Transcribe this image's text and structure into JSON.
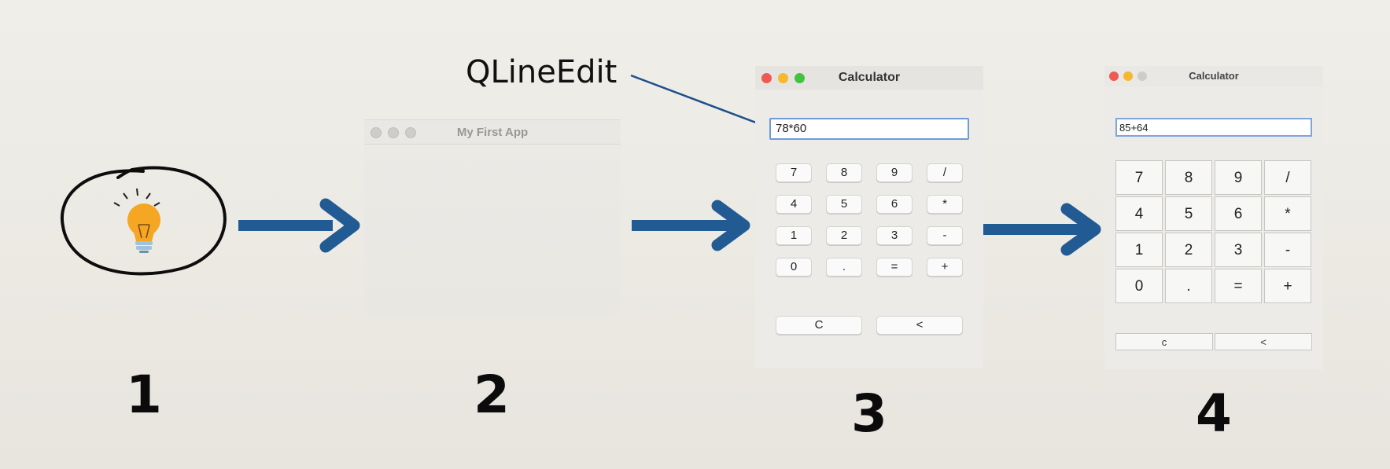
{
  "annotation": {
    "label": "QLineEdit"
  },
  "steps": {
    "one": "1",
    "two": "2",
    "three": "3",
    "four": "4"
  },
  "window2": {
    "title": "My First App"
  },
  "window3": {
    "title": "Calculator",
    "display": "78*60",
    "keys": [
      "7",
      "8",
      "9",
      "/",
      "4",
      "5",
      "6",
      "*",
      "1",
      "2",
      "3",
      "-",
      "0",
      ".",
      "=",
      "+"
    ],
    "wide_keys": [
      "C",
      "<"
    ]
  },
  "window4": {
    "title": "Calculator",
    "display": "85+64",
    "keys": [
      "7",
      "8",
      "9",
      "/",
      "4",
      "5",
      "6",
      "*",
      "1",
      "2",
      "3",
      "-",
      "0",
      ".",
      "=",
      "+"
    ],
    "wide_keys": [
      "c",
      "<"
    ]
  },
  "colors": {
    "arrow": "#225a93",
    "annotation_line": "#1d4f8a"
  },
  "icons": {
    "idea": "lightbulb-icon"
  }
}
